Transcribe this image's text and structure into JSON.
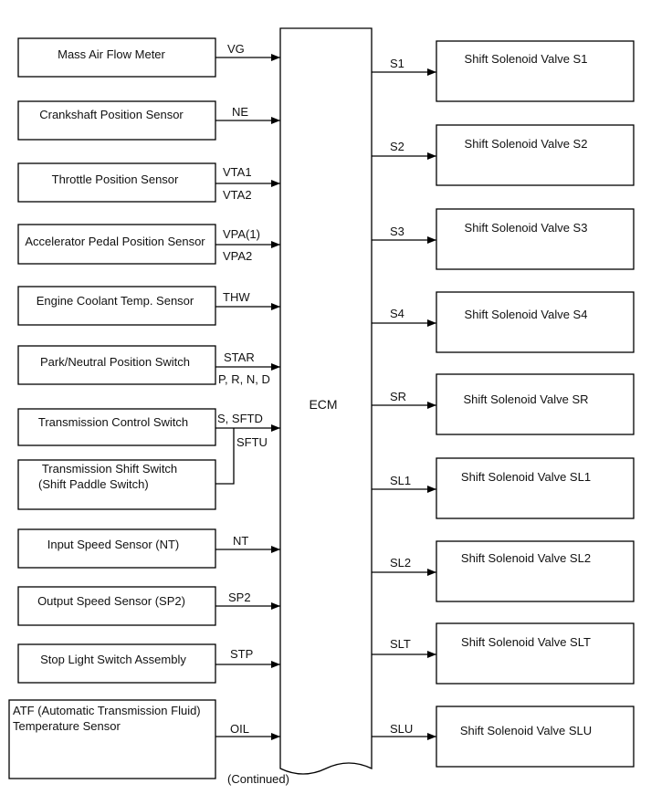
{
  "ecm_label": "ECM",
  "footer": "(Continued)",
  "inputs": [
    {
      "lines": [
        "Mass Air Flow Meter"
      ],
      "signals": [
        "VG"
      ]
    },
    {
      "lines": [
        "Crankshaft Position Sensor"
      ],
      "signals": [
        "NE"
      ]
    },
    {
      "lines": [
        "Throttle Position Sensor"
      ],
      "signals": [
        "VTA1",
        "VTA2"
      ]
    },
    {
      "lines": [
        "Accelerator Pedal Position Sensor"
      ],
      "signals": [
        "VPA(1)",
        "VPA2"
      ]
    },
    {
      "lines": [
        "Engine Coolant Temp. Sensor"
      ],
      "signals": [
        "THW"
      ]
    },
    {
      "lines": [
        "Park/Neutral Position Switch"
      ],
      "signals": [
        "STAR",
        "P, R, N, D"
      ]
    },
    {
      "lines": [
        "Transmission Control Switch"
      ],
      "signals": [
        "S, SFTD"
      ]
    },
    {
      "lines": [
        "Transmission Shift Switch",
        "(Shift Paddle Switch)"
      ],
      "signals": [
        "SFTU"
      ]
    },
    {
      "lines": [
        "Input Speed Sensor (NT)"
      ],
      "signals": [
        "NT"
      ]
    },
    {
      "lines": [
        "Output Speed Sensor (SP2)"
      ],
      "signals": [
        "SP2"
      ]
    },
    {
      "lines": [
        "Stop Light Switch Assembly"
      ],
      "signals": [
        "STP"
      ]
    },
    {
      "lines": [
        "ATF (Automatic Transmission Fluid)",
        "Temperature Sensor"
      ],
      "signals": [
        "OIL"
      ]
    }
  ],
  "outputs": [
    {
      "signal": "S1",
      "label": "Shift Solenoid Valve S1"
    },
    {
      "signal": "S2",
      "label": "Shift Solenoid Valve S2"
    },
    {
      "signal": "S3",
      "label": "Shift Solenoid Valve S3"
    },
    {
      "signal": "S4",
      "label": "Shift Solenoid Valve S4"
    },
    {
      "signal": "SR",
      "label": "Shift Solenoid Valve SR"
    },
    {
      "signal": "SL1",
      "label": "Shift Solenoid Valve SL1"
    },
    {
      "signal": "SL2",
      "label": "Shift Solenoid Valve SL2"
    },
    {
      "signal": "SLT",
      "label": "Shift Solenoid Valve SLT"
    },
    {
      "signal": "SLU",
      "label": "Shift Solenoid Valve SLU"
    }
  ]
}
